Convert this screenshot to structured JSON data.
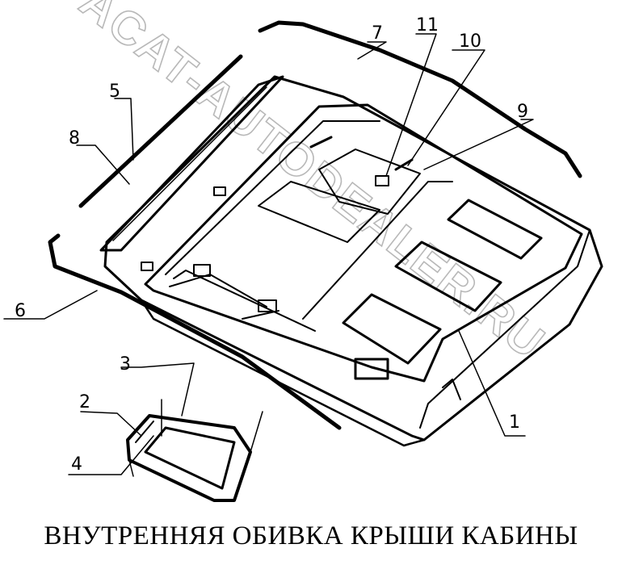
{
  "title": "ВНУТРЕННЯЯ ОБИВКА КРЫШИ КАБИНЫ",
  "watermark": "ACAT-AUTODEALER.RU",
  "callouts": [
    "1",
    "2",
    "3",
    "4",
    "5",
    "6",
    "7",
    "8",
    "9",
    "10",
    "11"
  ]
}
